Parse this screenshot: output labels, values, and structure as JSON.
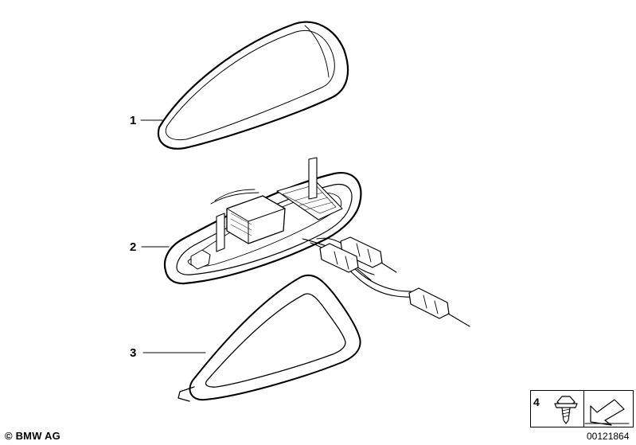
{
  "callouts": [
    {
      "id": "1",
      "label": "1"
    },
    {
      "id": "2",
      "label": "2"
    },
    {
      "id": "3",
      "label": "3"
    }
  ],
  "footer": {
    "copyright": "© BMW AG",
    "diagram_number": "00121864"
  },
  "part_box": {
    "item_label": "4",
    "icons": [
      "screw-icon",
      "arrow-direction-icon"
    ]
  }
}
